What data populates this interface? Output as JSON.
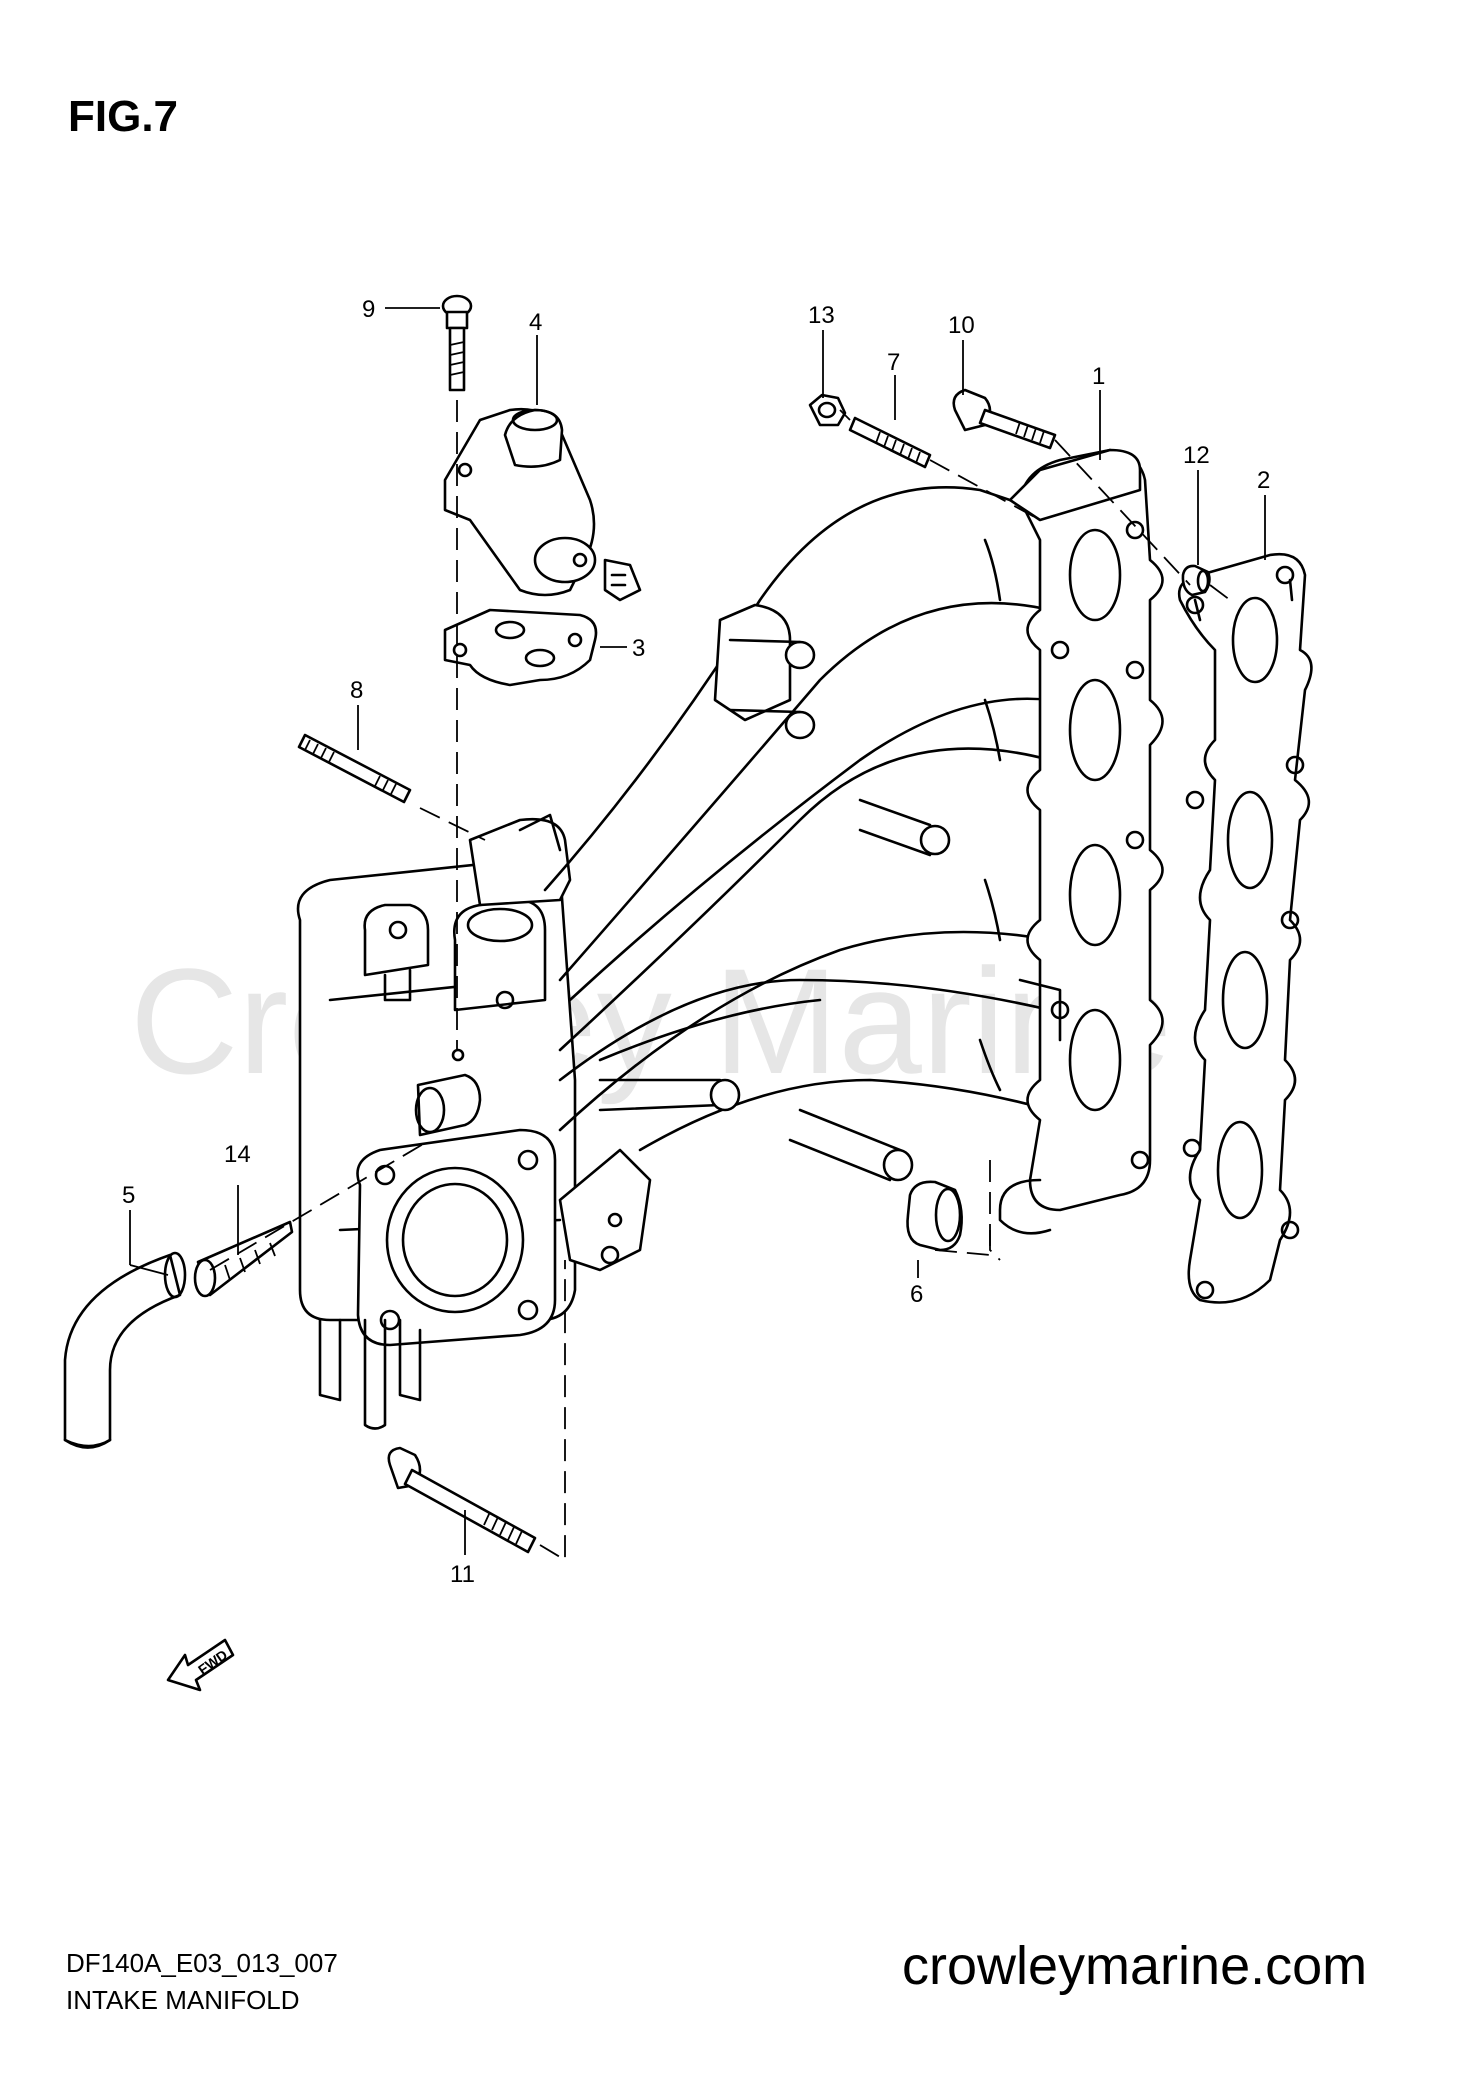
{
  "figure": {
    "title": "FIG.7"
  },
  "watermark": "Crowley Marine",
  "callouts": [
    "1",
    "2",
    "3",
    "4",
    "5",
    "6",
    "7",
    "8",
    "9",
    "10",
    "11",
    "12",
    "13",
    "14"
  ],
  "fwd_label": "FWD",
  "footer": {
    "code": "DF140A_E03_013_007",
    "caption": "INTAKE MANIFOLD",
    "website": "crowleymarine.com"
  }
}
